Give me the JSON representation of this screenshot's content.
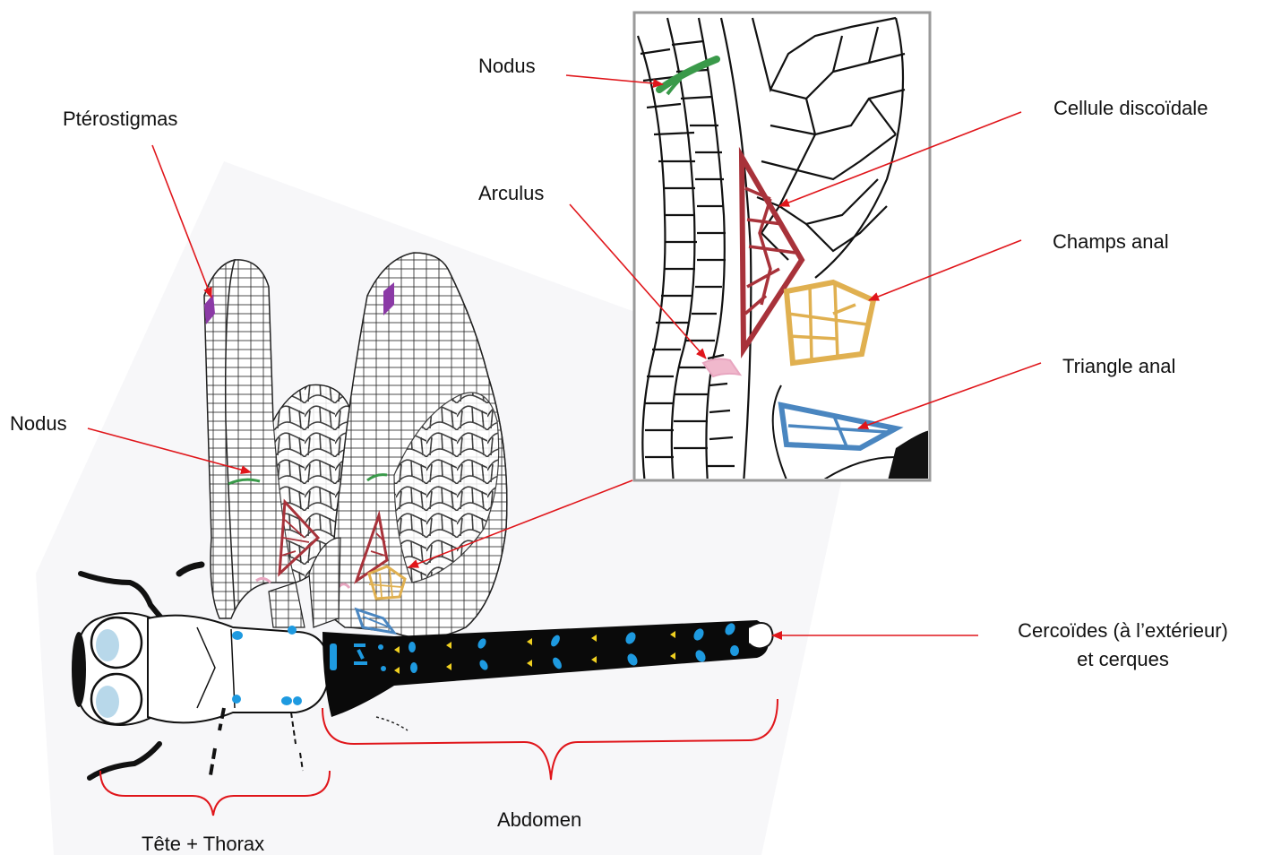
{
  "labels": {
    "nodus_inset": "Nodus",
    "pterostigmas": "Ptérostigmas",
    "cellule_discoidale": "Cellule discoïdale",
    "arculus": "Arculus",
    "champs_anal": "Champs anal",
    "triangle_anal": "Triangle anal",
    "nodus_main": "Nodus",
    "cercoides_line1": "Cercoïdes (à l’extérieur)",
    "cercoides_line2": "et cerques",
    "abdomen": "Abdomen",
    "tete_thorax": "Tête + Thorax"
  },
  "colors": {
    "arrow": "#e0161b",
    "brace": "#e0161b",
    "nodus": "#3a9a4a",
    "pterostigma": "#8b3aa6",
    "discoidal_cell": "#a8323a",
    "arculus": "#e8a6c0",
    "anal_field": "#e0b050",
    "anal_triangle": "#4a86c0",
    "abdomen_spots_blue": "#1e9ae0",
    "abdomen_spots_yellow": "#f0d020",
    "inset_border": "#9a9a9a",
    "eye_fill": "#b8d8ea"
  }
}
